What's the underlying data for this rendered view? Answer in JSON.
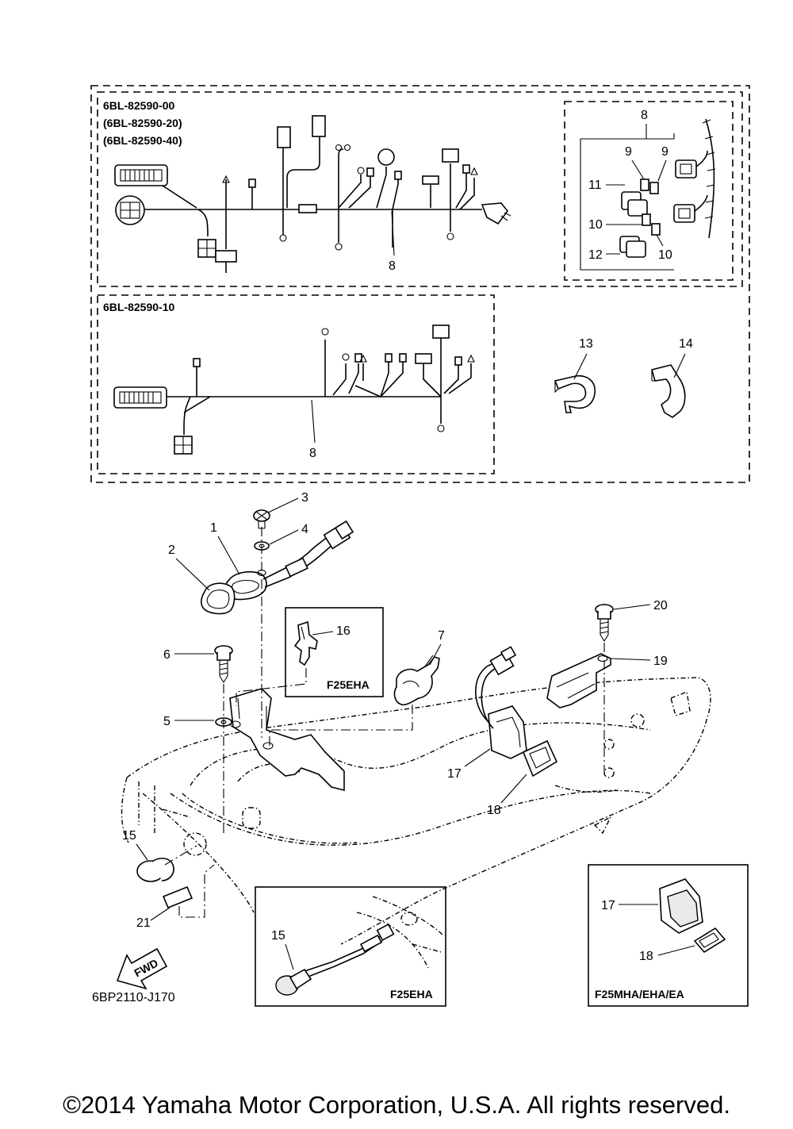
{
  "part_codes": {
    "harness_a": "6BL-82590-00",
    "harness_a_alt1": "(6BL-82590-20)",
    "harness_a_alt2": "(6BL-82590-40)",
    "harness_b": "6BL-82590-10"
  },
  "callouts": {
    "c1": "1",
    "c2": "2",
    "c3": "3",
    "c4": "4",
    "c5": "5",
    "c6": "6",
    "c7": "7",
    "c8a": "8",
    "c8b": "8",
    "c8c": "8",
    "c9a": "9",
    "c9b": "9",
    "c10a": "10",
    "c10b": "10",
    "c11": "11",
    "c12": "12",
    "c13": "13",
    "c14": "14",
    "c15a": "15",
    "c15b": "15",
    "c16": "16",
    "c17a": "17",
    "c17b": "17",
    "c18a": "18",
    "c18b": "18",
    "c19": "19",
    "c20": "20",
    "c21": "21"
  },
  "model_notes": {
    "inset_clip": "F25EHA",
    "inset_sensor": "F25EHA",
    "inset_grommet": "F25MHA/EHA/EA"
  },
  "fwd_label": "FWD",
  "drawing_code": "6BP2110-J170",
  "copyright": "©2014 Yamaha Motor Corporation, U.S.A. All rights reserved."
}
